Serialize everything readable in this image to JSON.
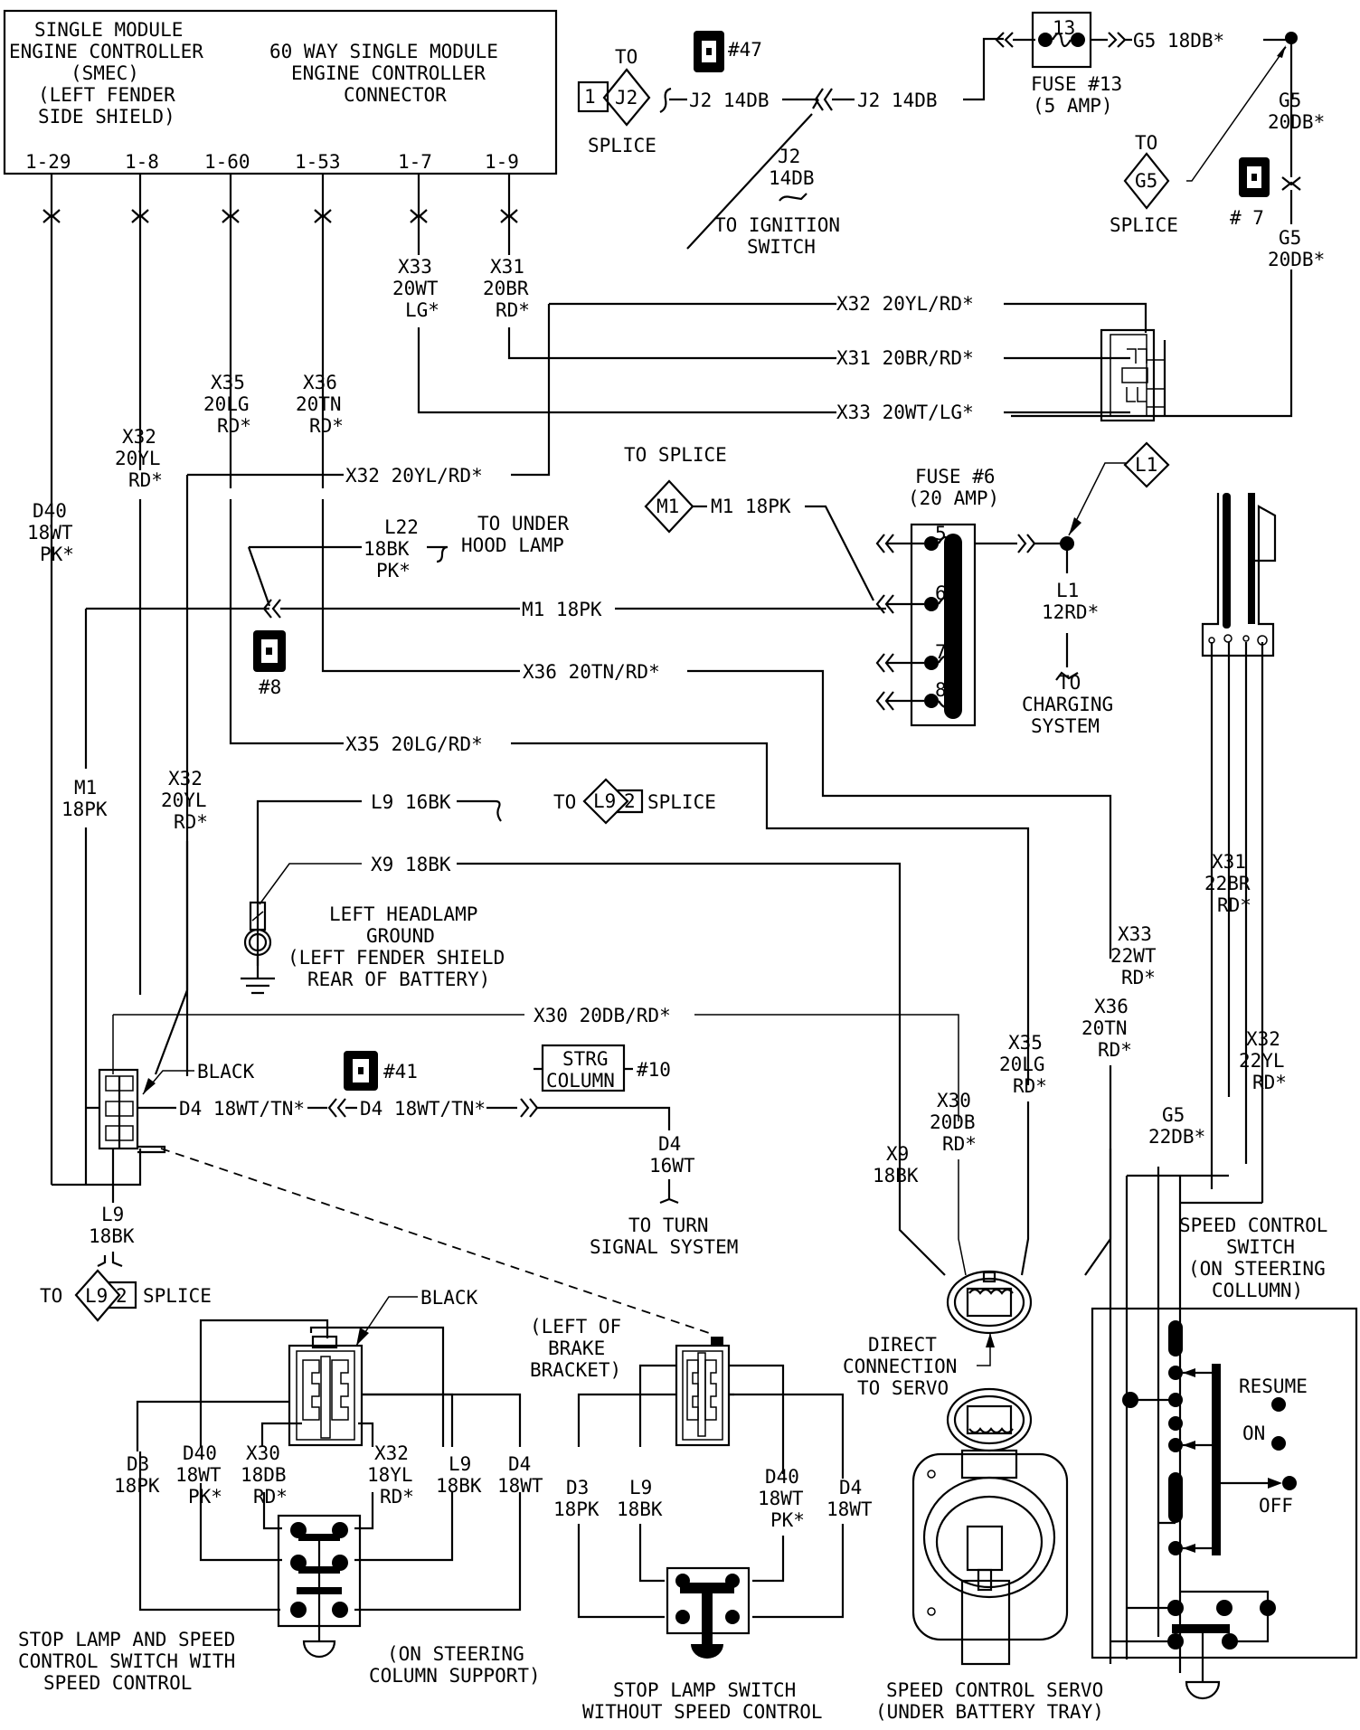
{
  "diagram": {
    "type": "wiring-schematic",
    "title": "Speed Control / Stop Lamp Switch Wiring",
    "smec": {
      "title_lines": [
        "SINGLE MODULE",
        "ENGINE CONTROLLER",
        "(SMEC)",
        "(LEFT FENDER",
        "SIDE SHIELD)"
      ],
      "connector_lines": [
        "60 WAY SINGLE MODULE",
        "ENGINE CONTROLLER",
        "CONNECTOR"
      ],
      "pins": [
        "1-29",
        "1-8",
        "1-60",
        "1-53",
        "1-7",
        "1-9"
      ]
    },
    "top": {
      "to_label": "TO",
      "splice_label": "SPLICE",
      "j2_splice_num": "1",
      "j2_splice_id": "J2",
      "j2_wire_left": "J2 14DB",
      "j2_wire_right": "J2 14DB",
      "j2_down_lines": [
        "J2",
        "14DB"
      ],
      "ignition_lines": [
        "TO IGNITION",
        "SWITCH"
      ],
      "conn47": "#47",
      "fuse13_num": "13",
      "fuse13_lines": [
        "FUSE #13",
        "(5 AMP)"
      ],
      "g5_top": "G5 18DB*",
      "g5_vert1": [
        "G5",
        "20DB*"
      ],
      "g5_vert2": [
        "G5",
        "20DB*"
      ],
      "g5_splice_id": "G5",
      "g5_to": "TO",
      "g5_splice": "SPLICE",
      "conn7": "# 7"
    },
    "smec_wires": {
      "x33": [
        "X33",
        "20WT",
        "LG*"
      ],
      "x31": [
        "X31",
        "20BR",
        "RD*"
      ],
      "x35": [
        "X35",
        "20LG",
        "RD*"
      ],
      "x36": [
        "X36",
        "20TN",
        "RD*"
      ],
      "x32": [
        "X32",
        "20YL",
        "RD*"
      ],
      "d40": [
        "D40",
        "18WT",
        "PK*"
      ]
    },
    "horizontal_wires": {
      "x32_top": "X32 20YL/RD*",
      "x31_top": "X31 20BR/RD*",
      "x33_top": "X33 20WT/LG*",
      "x32_mid": "X32 20YL/RD*",
      "m1_left": "M1 18PK",
      "m1_right": "M1 18PK",
      "x36": "X36 20TN/RD*",
      "x35": "X35 20LG/RD*",
      "l9": "L9 16BK",
      "x9": "X9 18BK",
      "x30": "X30 20DB/RD*",
      "d4_left": "D4 18WT/TN*",
      "d4_right": "D4 18WT/TN*"
    },
    "splices": {
      "to_splice": "TO SPLICE",
      "m1": "M1",
      "l1": "L1",
      "l9_to": "TO",
      "l9_id": "L9",
      "l9_num": "2",
      "l9_splice": "SPLICE"
    },
    "l22": [
      "L22",
      "18BK",
      "PK*"
    ],
    "under_hood": [
      "TO UNDER",
      "HOOD LAMP"
    ],
    "conn8": "#8",
    "fuse6": {
      "lines": [
        "FUSE #6",
        "(20 AMP)"
      ],
      "cavities": [
        "5",
        "6",
        "7",
        "8"
      ]
    },
    "l1_wire": [
      "L1",
      "12RD*"
    ],
    "charging": [
      "TO",
      "CHARGING",
      "SYSTEM"
    ],
    "m1_vert": [
      "M1",
      "18PK"
    ],
    "x32_vert2": [
      "X32",
      "20YL",
      "RD*"
    ],
    "ground": [
      "LEFT HEADLAMP",
      "GROUND",
      "(LEFT FENDER SHIELD",
      "REAR OF BATTERY)"
    ],
    "black_label": "BLACK",
    "conn41": "#41",
    "strg_column": [
      "STRG",
      "COLUMN"
    ],
    "conn10": "#10",
    "d4_16wt": [
      "D4",
      "16WT"
    ],
    "turn_signal": [
      "TO TURN",
      "SIGNAL SYSTEM"
    ],
    "l9_18bk": [
      "L9",
      "18BK"
    ],
    "right_wires": {
      "x9": [
        "X9",
        "18BK"
      ],
      "x30": [
        "X30",
        "20DB",
        "RD*"
      ],
      "x35": [
        "X35",
        "20LG",
        "RD*"
      ],
      "x36": [
        "X36",
        "20TN",
        "RD*"
      ],
      "x33": [
        "X33",
        "22WT",
        "RD*"
      ],
      "g5": [
        "G5",
        "22DB*"
      ],
      "x31": [
        "X31",
        "22BR",
        "RD*"
      ],
      "x32": [
        "X32",
        "22YL",
        "RD*"
      ]
    },
    "servo_conn": [
      "DIRECT",
      "CONNECTION",
      "TO SERVO"
    ],
    "speed_switch": {
      "title": [
        "SPEED CONTROL",
        "SWITCH",
        "(ON STEERING",
        "COLLUMN)"
      ],
      "positions": [
        "RESUME",
        "ON",
        "OFF"
      ]
    },
    "stop_sc": {
      "black": "BLACK",
      "wires": {
        "d3": [
          "D3",
          "18PK"
        ],
        "d40": [
          "D40",
          "18WT",
          "PK*"
        ],
        "x30": [
          "X30",
          "18DB",
          "RD*"
        ],
        "x32": [
          "X32",
          "18YL",
          "RD*"
        ],
        "l9": [
          "L9",
          "18BK"
        ],
        "d4": [
          "D4",
          "18WT"
        ]
      },
      "caption": [
        "STOP LAMP AND SPEED",
        "CONTROL SWITCH WITH",
        "SPEED CONTROL"
      ],
      "location": [
        "(ON STEERING",
        "COLUMN SUPPORT)"
      ]
    },
    "stop_nosc": {
      "location": [
        "(LEFT OF",
        "BRAKE",
        "BRACKET)"
      ],
      "wires": {
        "d3": [
          "D3",
          "18PK"
        ],
        "l9": [
          "L9",
          "18BK"
        ],
        "d40": [
          "D40",
          "18WT",
          "PK*"
        ],
        "d4": [
          "D4",
          "18WT"
        ]
      },
      "caption": [
        "STOP LAMP SWITCH",
        "WITHOUT SPEED CONTROL"
      ]
    },
    "servo": [
      "SPEED CONTROL SERVO",
      "(UNDER BATTERY TRAY)"
    ]
  }
}
